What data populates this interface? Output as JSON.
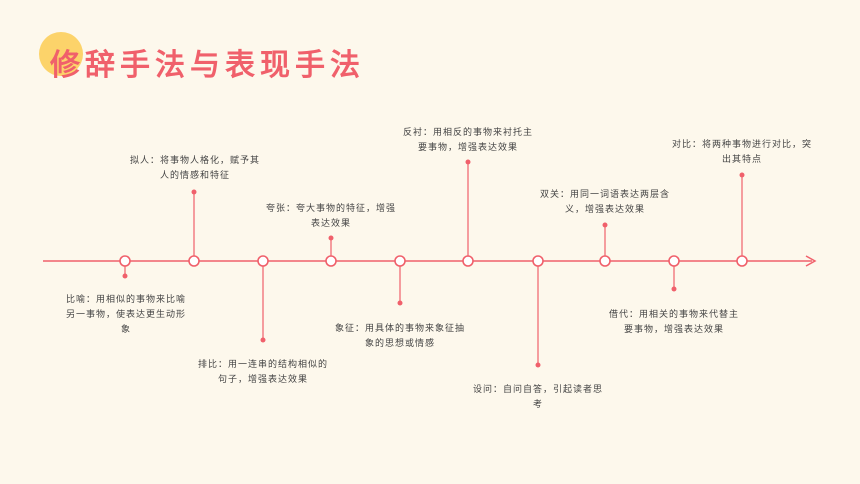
{
  "title": "修辞手法与表现手法",
  "colors": {
    "accent": "#f0606b",
    "dot": "#fcd36a",
    "line": "#f0606b",
    "background": "#fdf8ec"
  },
  "items": [
    {
      "text": "比喻：用相似的事物来比喻另一事物，使表达更生动形象"
    },
    {
      "text": "拟人：将事物人格化，赋予其人的情感和特征"
    },
    {
      "text": "排比：用一连串的结构相似的句子，增强表达效果"
    },
    {
      "text": "夸张：夸大事物的特征，增强表达效果"
    },
    {
      "text": "象征：用具体的事物来象征抽象的思想或情感"
    },
    {
      "text": "反衬：用相反的事物来衬托主要事物，增强表达效果"
    },
    {
      "text": "设问：自问自答，引起读者思考"
    },
    {
      "text": "双关：用同一词语表达两层含义，增强表达效果"
    },
    {
      "text": "借代：用相关的事物来代替主要事物，增强表达效果"
    },
    {
      "text": "对比：将两种事物进行对比，突出其特点"
    }
  ]
}
